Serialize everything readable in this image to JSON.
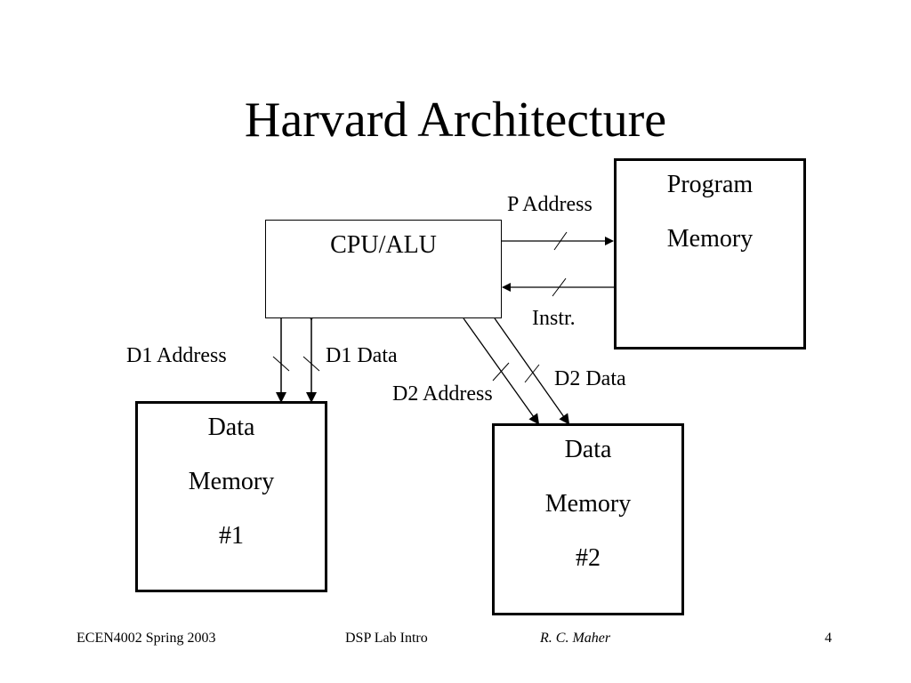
{
  "slide": {
    "title": "Harvard Architecture"
  },
  "diagram": {
    "cpu": {
      "label": "CPU/ALU"
    },
    "program_memory": {
      "line1": "Program",
      "line2": "Memory"
    },
    "data_memory_1": {
      "line1": "Data",
      "line2": "Memory",
      "line3": "#1"
    },
    "data_memory_2": {
      "line1": "Data",
      "line2": "Memory",
      "line3": "#2"
    },
    "buses": {
      "p_address": "P Address",
      "instr": "Instr.",
      "d1_address": "D1 Address",
      "d1_data": "D1 Data",
      "d2_address": "D2 Address",
      "d2_data": "D2 Data"
    }
  },
  "footer": {
    "course": "ECEN4002 Spring 2003",
    "topic": "DSP Lab Intro",
    "author": "R. C. Maher",
    "page": "4"
  }
}
